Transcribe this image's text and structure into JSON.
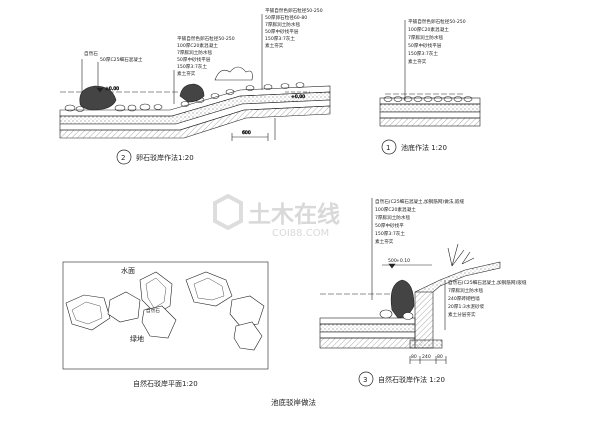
{
  "sheet_title": "池底驳岸做法",
  "watermark": {
    "main": "土木在线",
    "sub": "COI88.COM"
  },
  "detail1": {
    "number": "1",
    "caption": "池底作法 1:20",
    "layers": [
      "平铺自然色卵石粒径50-250",
      "100厚C20素混凝土",
      "7厚膨润土防水毯",
      "50厚中砂找平层",
      "150厚3:7灰土",
      "素土夯实"
    ]
  },
  "detail2": {
    "number": "2",
    "caption": "卵石驳岸作法1:20",
    "left_labels": [
      "自然石",
      "50厚C25细石混凝土"
    ],
    "upper_layers": [
      "平铺自然色卵石粒径50-250",
      "100厚C20素混凝土",
      "7厚膨润土防水毯",
      "50厚中砂找平层",
      "150厚3:7灰土",
      "素土夯实"
    ],
    "right_layers": [
      "平铺自然色卵石粒径50-250",
      "50厚卵石粒径60-80",
      "7厚膨润土防水毯",
      "50厚中砂找平层",
      "150厚3:7灰土",
      "素土夯实"
    ],
    "level_left": "±0.00",
    "level_right": "+0.00",
    "dimension": "600"
  },
  "detail3": {
    "number": "3",
    "caption": "自然石驳岸作法 1:20",
    "top_layers": [
      "自然石(C25细石混凝土,加钢筋网)做法,嵌缝",
      "100厚C20素混凝土",
      "7厚膨润土防水毯",
      "50厚中砂找平",
      "150厚3:7灰土",
      "素土夯实"
    ],
    "right_layers": [
      "自然石(C25细石混凝土,加钢筋网)嵌缝",
      "7厚膨润土防水毯",
      "240厚砖砌挡墙",
      "20厚1:3水泥砂浆",
      "素土分层夯实"
    ],
    "dims": [
      "500",
      "80",
      "240",
      "80"
    ],
    "level": "+0.10"
  },
  "plan": {
    "caption": "自然石驳岸平面1:20",
    "labels": {
      "water": "水面",
      "stone": "自然石",
      "land": "绿地"
    }
  }
}
